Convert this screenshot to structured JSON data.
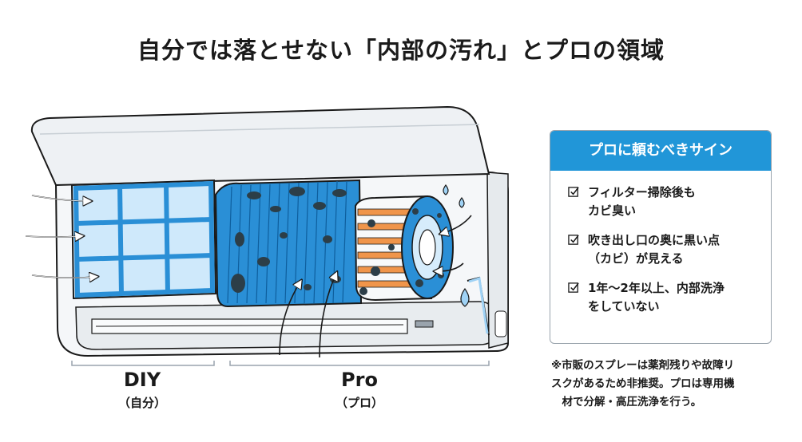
{
  "title": "自分では落とせない「内部の汚れ」とプロの領域",
  "labels": {
    "diy": {
      "main": "DIY",
      "sub": "（自分）"
    },
    "pro": {
      "main": "Pro",
      "sub": "（プロ）"
    }
  },
  "signs": {
    "header": "プロに頼むべきサイン",
    "items": [
      {
        "lines": [
          "フィルター掃除後も",
          "カビ臭い"
        ]
      },
      {
        "lines": [
          "吹き出し口の奥に黒い点",
          "（カビ）が見える"
        ]
      },
      {
        "lines": [
          "1年〜2年以上、内部洗浄",
          "をしていない"
        ]
      }
    ]
  },
  "note": {
    "lines": [
      "※市販のスプレーは薬剤残りや故障リ",
      "スクがあるため非推奨。プロは専用機",
      "　材で分解・高圧洗浄を行う。"
    ]
  },
  "colors": {
    "accent": "#2196d8",
    "filter": "#cfe9fb",
    "fin": "#2a8fd6",
    "mold": "#2c3e48",
    "orange": "#f0954a"
  }
}
